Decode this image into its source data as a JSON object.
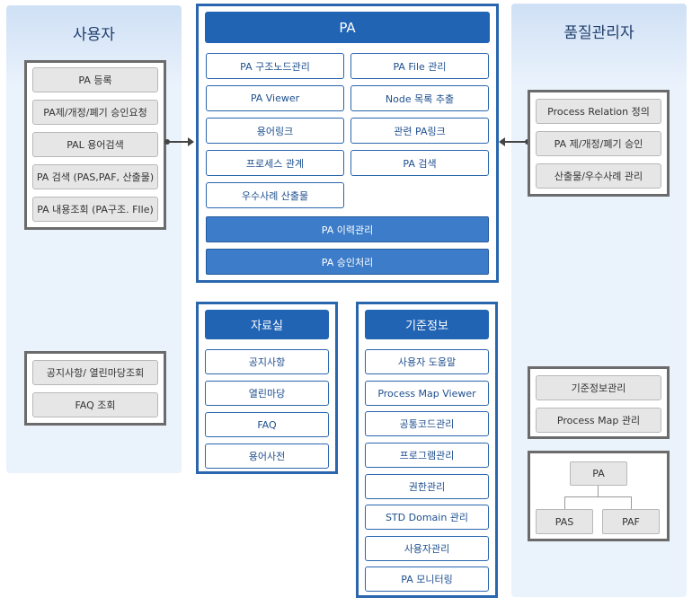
{
  "user": {
    "title": "사용자",
    "items": [
      "PA 등록",
      "PA제/개정/폐기 승인요청",
      "PAL 용어검색",
      "PA 검색 (PAS,PAF, 산출물)",
      "PA 내용조회 (PA구조. FIle)"
    ],
    "items2": [
      "공지사항/ 열린마당조회",
      "FAQ 조회"
    ]
  },
  "pa": {
    "title": "PA",
    "grid": [
      "PA 구조노드관리",
      "PA File 관리",
      "PA Viewer",
      "Node 목록 추출",
      "용어링크",
      "관련 PA링크",
      "프로세스 관계",
      "PA 검색",
      "우수사례 산출물"
    ],
    "full": [
      "PA 이력관리",
      "PA 승인처리"
    ]
  },
  "library": {
    "title": "자료실",
    "items": [
      "공지사항",
      "열린마당",
      "FAQ",
      "용어사전"
    ]
  },
  "standard": {
    "title": "기준정보",
    "items": [
      "사용자 도움말",
      "Process Map Viewer",
      "공통코드관리",
      "프로그램관리",
      "권한관리",
      "STD Domain 관리",
      "사용자관리",
      "PA 모니터링"
    ]
  },
  "qa": {
    "title": "품질관리자",
    "items": [
      "Process Relation 정의",
      "PA 제/개정/폐기 승인",
      "산출물/우수사례 관리"
    ],
    "items2": [
      "기준정보관리",
      "Process Map 관리"
    ],
    "tree": {
      "root": "PA",
      "left": "PAS",
      "right": "PAF"
    }
  },
  "colors": {
    "blue": "#2164b4",
    "light_blue": "#eaf2fc",
    "gray_border": "#6b6b6b"
  }
}
